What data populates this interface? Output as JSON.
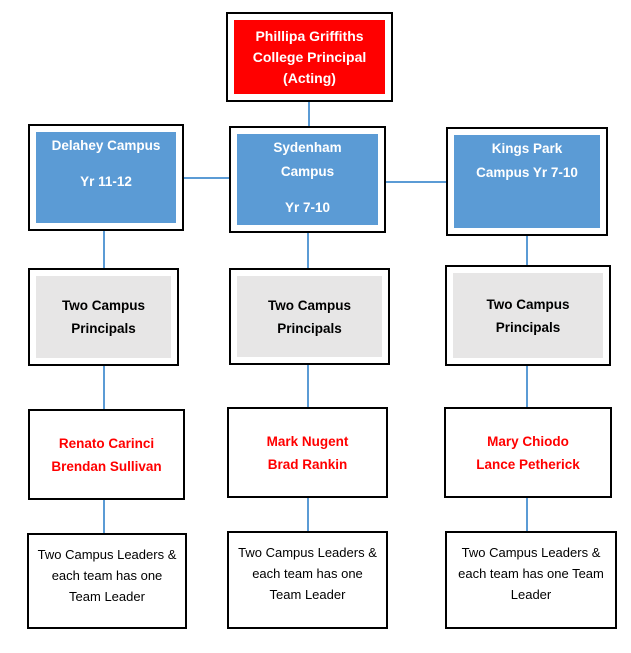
{
  "colors": {
    "principal_fill": "#ff0000",
    "principal_text": "#ffffff",
    "campus_fill": "#5b9bd5",
    "campus_text": "#ffffff",
    "principals_fill": "#e7e6e6",
    "names_text": "#ff0000",
    "leaders_text": "#000000",
    "border": "#000000",
    "connector": "#5b9bd5"
  },
  "org": {
    "principal": {
      "lines": [
        "Phillipa Griffiths",
        "College Principal",
        "(Acting)"
      ]
    },
    "campuses": [
      {
        "name": "Delahey Campus",
        "lines": [
          "Delahey Campus",
          "",
          "Yr 11-12"
        ]
      },
      {
        "name": "Sydenham Campus",
        "lines": [
          "Sydenham",
          "Campus",
          "",
          "Yr 7-10"
        ]
      },
      {
        "name": "Kings Park Campus",
        "lines": [
          "Kings Park",
          "Campus Yr 7-10"
        ]
      }
    ],
    "campus_principals": [
      {
        "lines": [
          "Two Campus",
          "Principals"
        ]
      },
      {
        "lines": [
          "Two Campus",
          "Principals"
        ]
      },
      {
        "lines": [
          "Two Campus",
          "Principals"
        ]
      }
    ],
    "principal_names": [
      {
        "lines": [
          "Renato Carinci",
          "Brendan Sullivan"
        ]
      },
      {
        "lines": [
          "Mark Nugent",
          "Brad Rankin"
        ]
      },
      {
        "lines": [
          "Mary Chiodo",
          "Lance Petherick"
        ]
      }
    ],
    "team_leaders": [
      {
        "lines": [
          "Two Campus Leaders &",
          "each team has one",
          "Team Leader"
        ]
      },
      {
        "lines": [
          "Two Campus Leaders &",
          "each team has one",
          "Team Leader"
        ]
      },
      {
        "lines": [
          "Two Campus Leaders &",
          "each team has one Team",
          "Leader"
        ]
      }
    ]
  }
}
